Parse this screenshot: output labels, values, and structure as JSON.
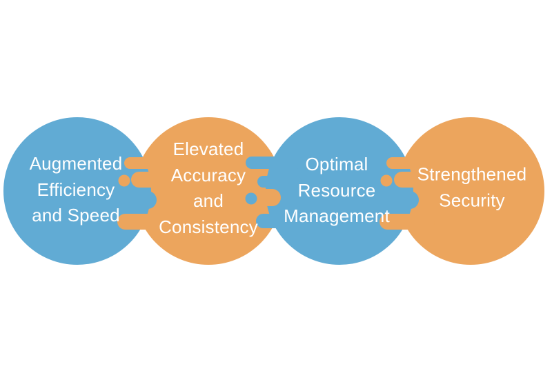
{
  "colors": {
    "blue": "#61ABD4",
    "orange": "#ECA55D",
    "label_text": "#FFFFFF",
    "background": "#FFFFFF"
  },
  "nodes": [
    {
      "id": "augmented-efficiency-and-speed",
      "color": "blue",
      "label": "Augmented Efficiency and Speed",
      "lines": [
        "Augmented",
        "Efficiency",
        "and Speed"
      ]
    },
    {
      "id": "elevated-accuracy-and-consistency",
      "color": "orange",
      "label": "Elevated Accuracy and Consistency",
      "lines": [
        "Elevated",
        "Accuracy",
        "and",
        "Consistency"
      ]
    },
    {
      "id": "optimal-resource-management",
      "color": "blue",
      "label": "Optimal Resource Management",
      "lines": [
        "Optimal",
        "Resource",
        "Management"
      ]
    },
    {
      "id": "strengthened-security",
      "color": "orange",
      "label": "Strengthened Security",
      "lines": [
        "Strengthened",
        "Security"
      ]
    }
  ],
  "connectors": [
    {
      "between": [
        "Augmented Efficiency and Speed",
        "Elevated Accuracy and Consistency"
      ],
      "drip_color": "orange",
      "counter_finger_color": "blue"
    },
    {
      "between": [
        "Elevated Accuracy and Consistency",
        "Optimal Resource Management"
      ],
      "drip_color": "blue",
      "counter_finger_color": "orange"
    },
    {
      "between": [
        "Optimal Resource Management",
        "Strengthened Security"
      ],
      "drip_color": "orange",
      "counter_finger_color": "blue"
    }
  ]
}
